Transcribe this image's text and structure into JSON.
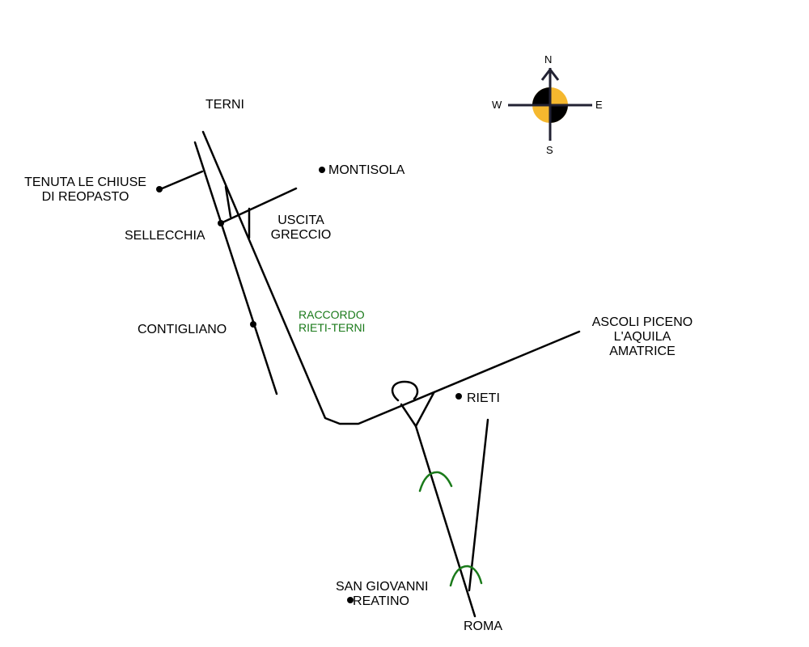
{
  "map": {
    "places": {
      "terni": "TERNI",
      "tenuta_line1": "TENUTA LE CHIUSE",
      "tenuta_line2": "DI REOPASTO",
      "montisola": "MONTISOLA",
      "sellecchia": "SELLECCHIA",
      "uscita_line1": "USCITA",
      "uscita_line2": "GRECCIO",
      "contigliano": "CONTIGLIANO",
      "raccordo_line1": "RACCORDO",
      "raccordo_line2": "RIETI-TERNI",
      "ascoli_line1": "ASCOLI PICENO",
      "ascoli_line2": "L'AQUILA",
      "ascoli_line3": "AMATRICE",
      "rieti": "RIETI",
      "san_giovanni_line1": "SAN GIOVANNI",
      "san_giovanni_line2": "REATINO",
      "roma": "ROMA"
    },
    "compass": {
      "north": "N",
      "south": "S",
      "east": "E",
      "west": "W"
    },
    "colors": {
      "road": "#000000",
      "raccordo_label": "#1a7a1a",
      "tunnel_arc": "#1a7a1a",
      "compass_fill": "#f5b82e"
    }
  }
}
